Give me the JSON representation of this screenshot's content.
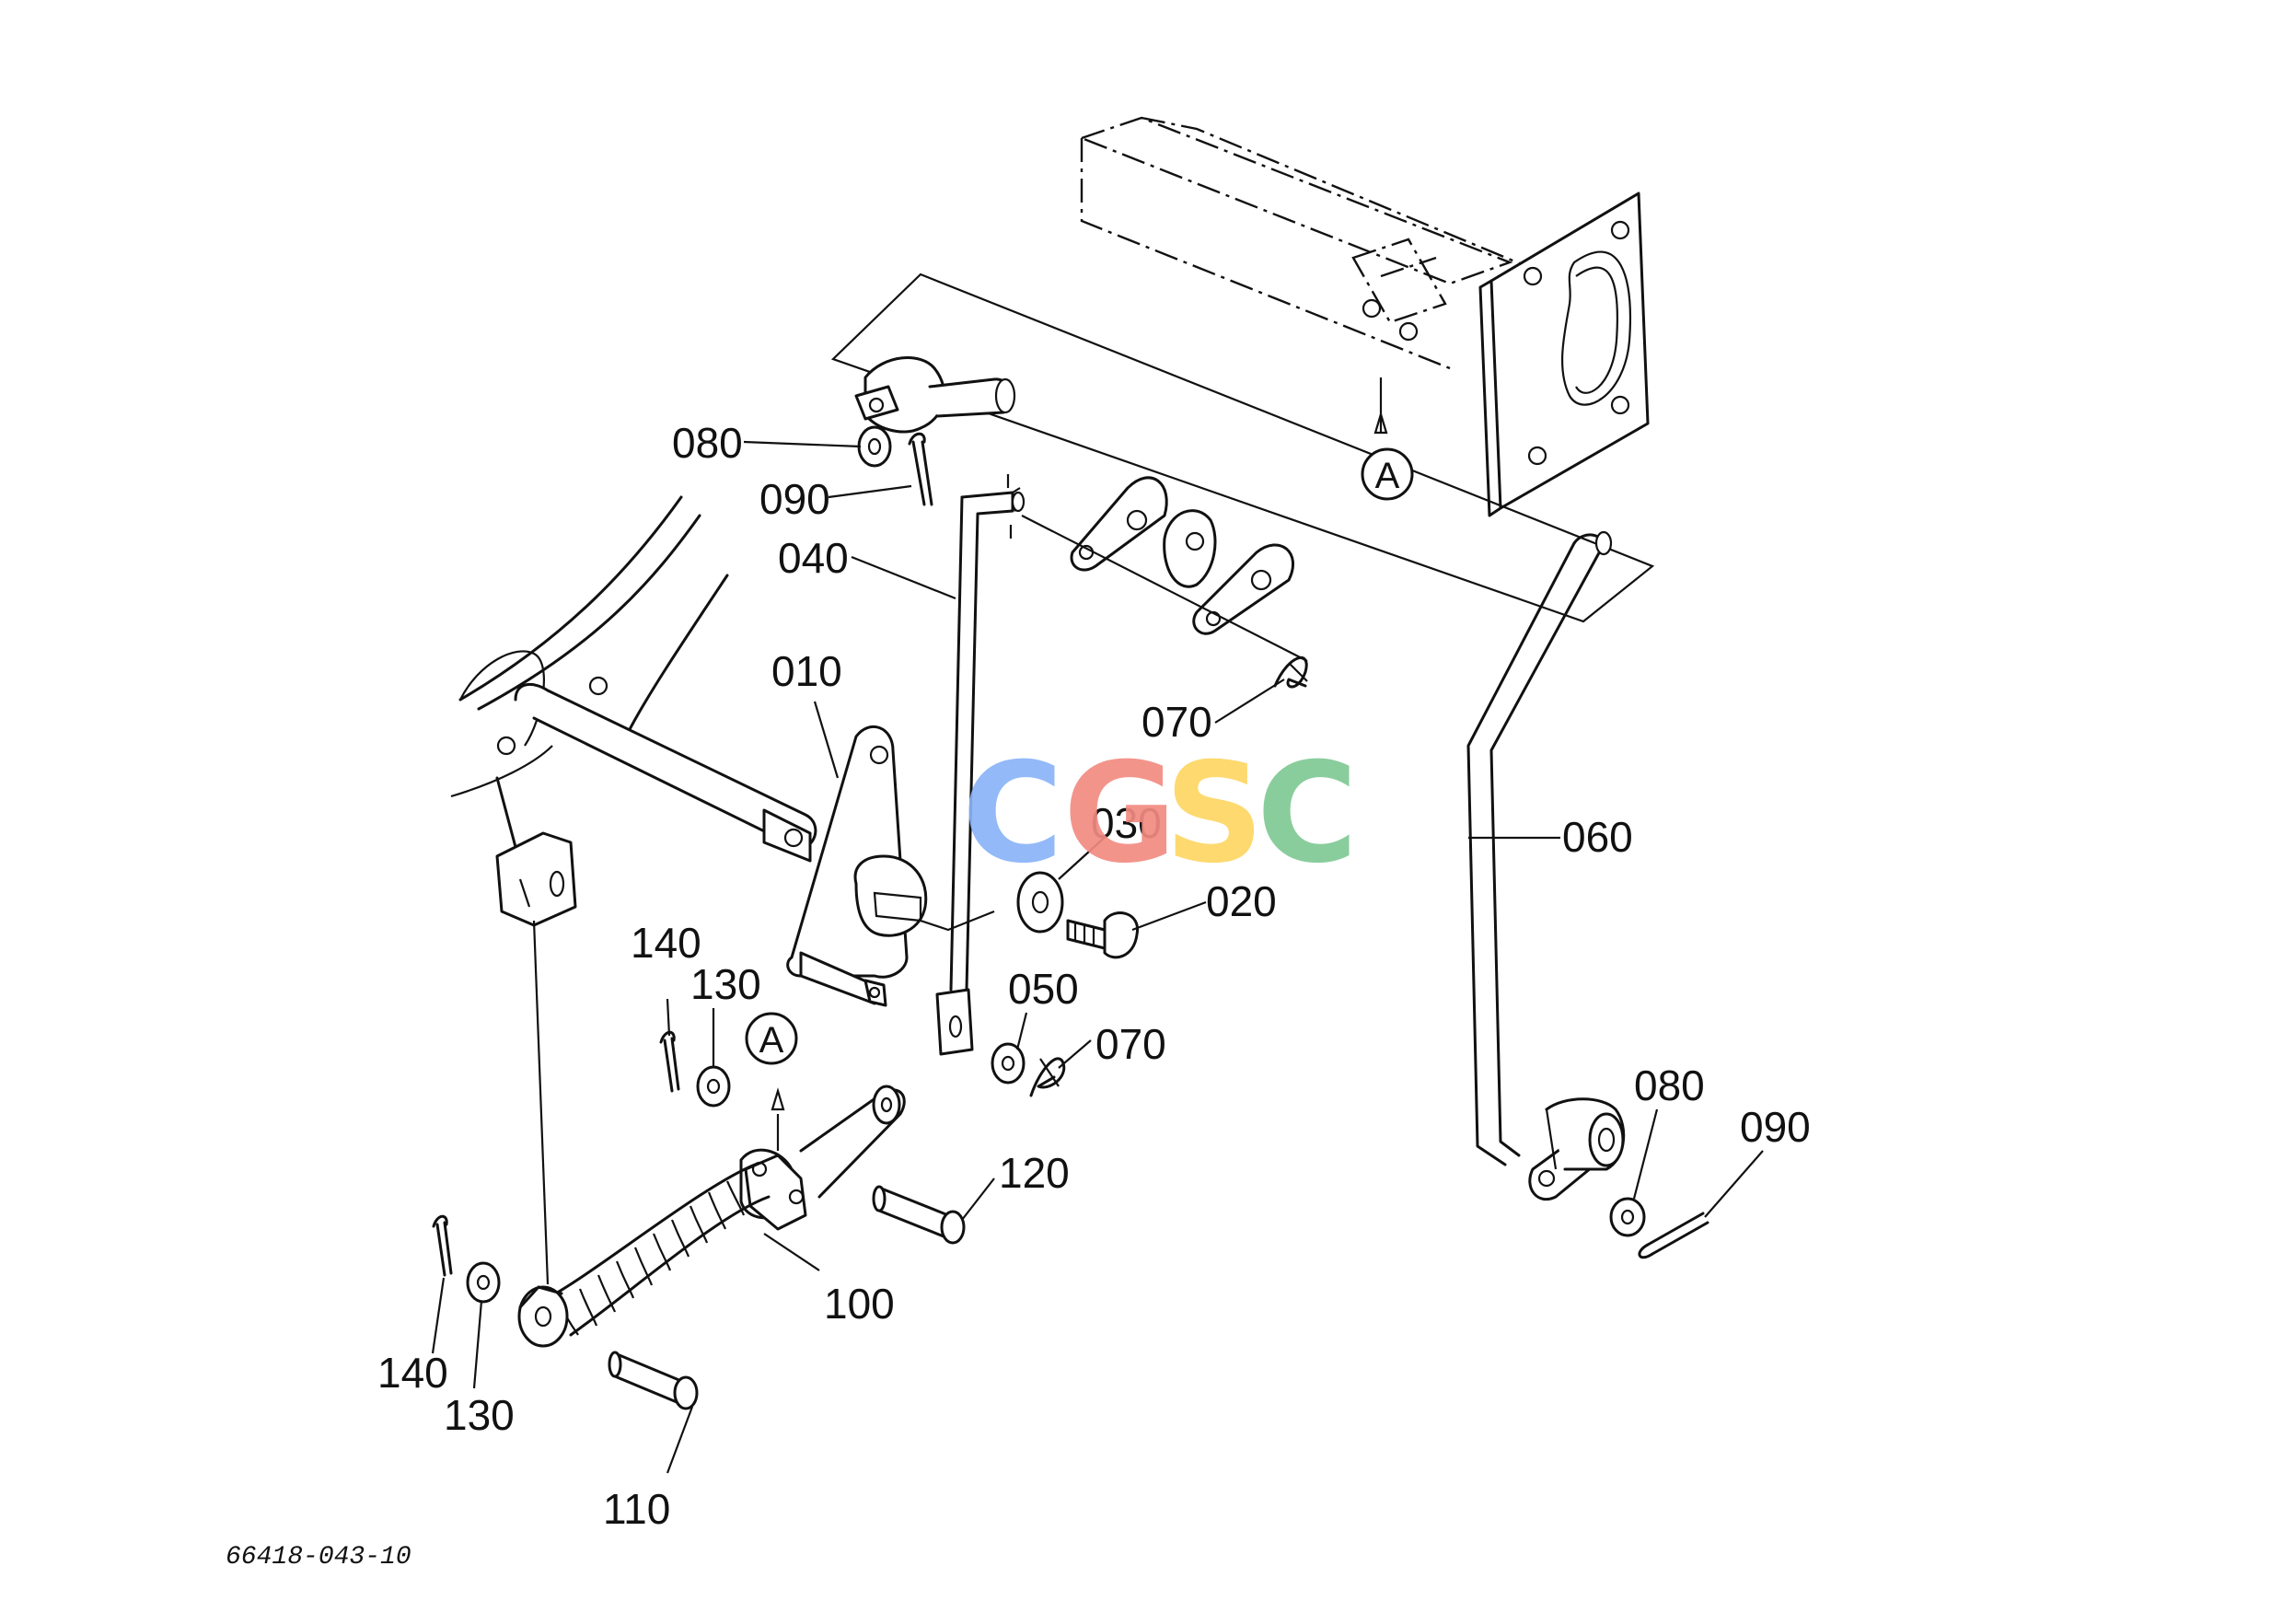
{
  "labels": {
    "p010": "010",
    "p020": "020",
    "p030": "030",
    "p040": "040",
    "p050": "050",
    "p060": "060",
    "p070a": "070",
    "p070b": "070",
    "p080a": "080",
    "p080b": "080",
    "p090a": "090",
    "p090b": "090",
    "p100": "100",
    "p110": "110",
    "p120": "120",
    "p130a": "130",
    "p130b": "130",
    "p140a": "140",
    "p140b": "140"
  },
  "markers": {
    "top": "A",
    "bottom": "A"
  },
  "drawing_code": "66418-043-10",
  "watermark": {
    "letters": [
      "C",
      "G",
      "S",
      "C"
    ],
    "colors": [
      "#8ab4f8",
      "#f28b82",
      "#fdd663",
      "#81c995"
    ]
  }
}
